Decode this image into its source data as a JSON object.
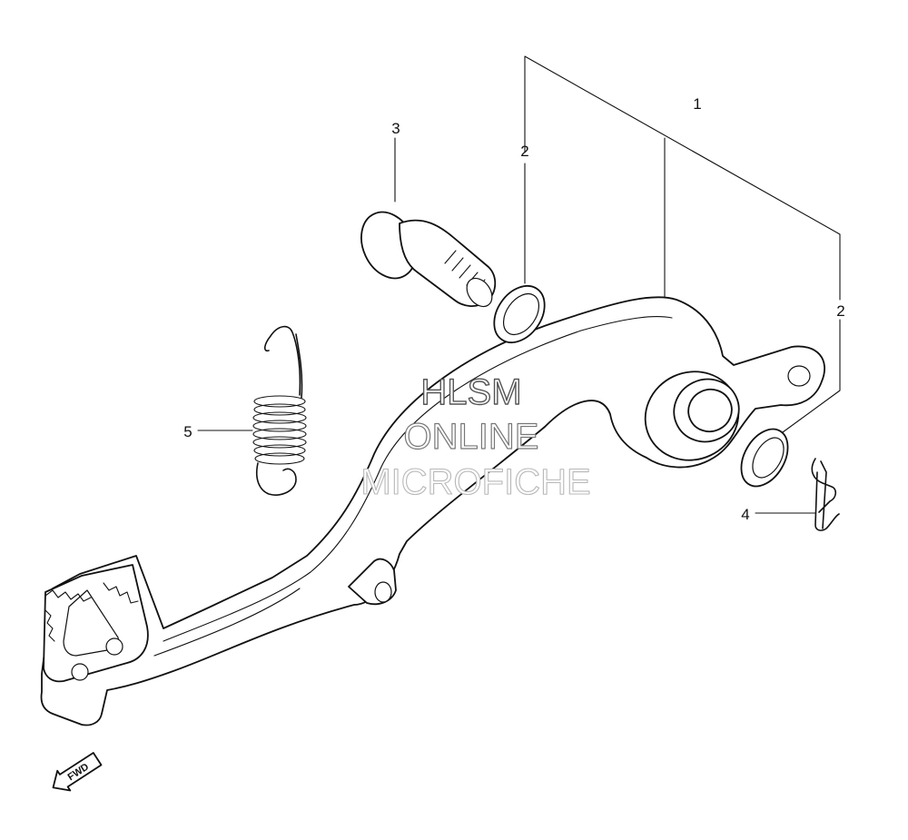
{
  "callouts": [
    {
      "id": "1",
      "label": "1"
    },
    {
      "id": "2a",
      "label": "2"
    },
    {
      "id": "2b",
      "label": "2"
    },
    {
      "id": "3",
      "label": "3"
    },
    {
      "id": "4",
      "label": "4"
    },
    {
      "id": "5",
      "label": "5"
    }
  ],
  "watermark": {
    "line1": "HLSM",
    "line2": "ONLINE",
    "line3": "MICROFICHE"
  },
  "direction_marker": {
    "label": "FWD",
    "icon": "forward-arrow-icon"
  }
}
